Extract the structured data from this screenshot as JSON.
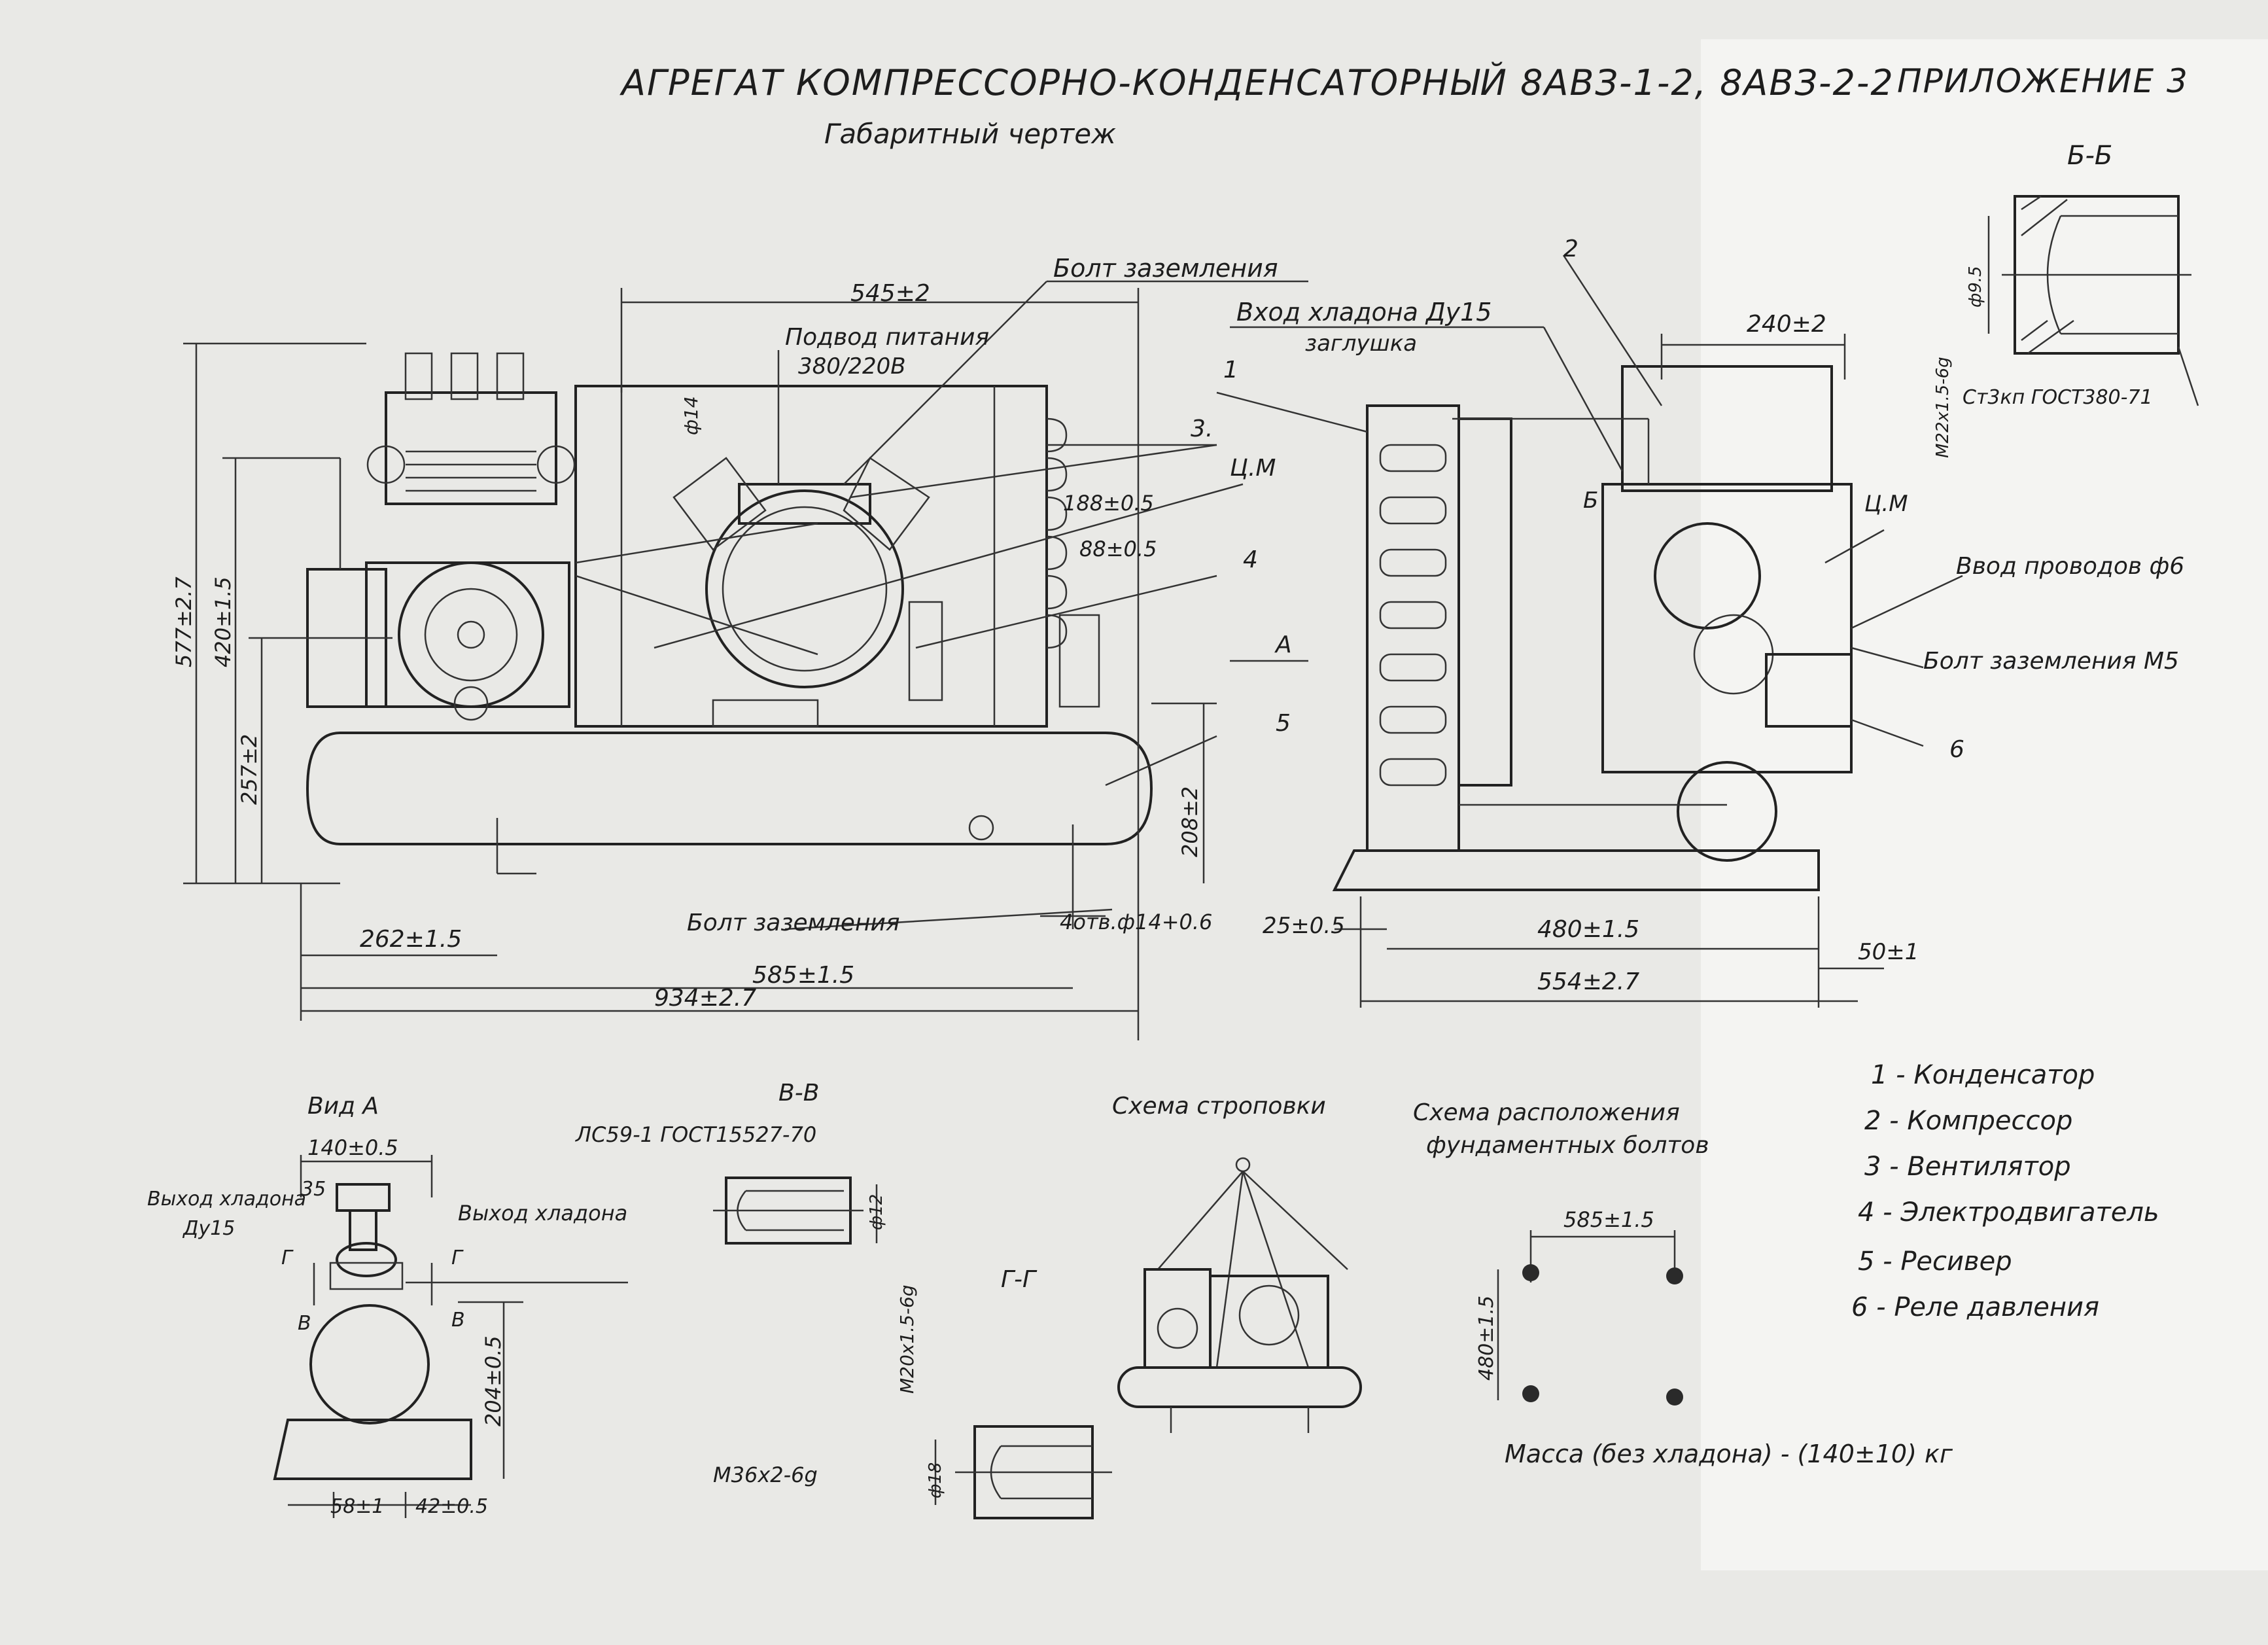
{
  "header": {
    "title": "АГРЕГАТ КОМПРЕССОРНО-КОНДЕНСАТОРНЫЙ 8АВЗ-1-2, 8АВЗ-2-2",
    "appendix": "ПРИЛОЖЕНИЕ 3",
    "subtitle": "Габаритный чертеж"
  },
  "front_view": {
    "labels": {
      "ground_bolt_top": "Болт заземления",
      "power_supply": "Подвод питания",
      "voltage": "380/220В",
      "ground_bolt_bottom": "Болт заземления",
      "view_arrow": "А"
    },
    "callouts": [
      "3.",
      "Ц.М",
      "4",
      "5",
      "1"
    ],
    "dims": {
      "top_width": "545±2",
      "height_total": "577±2.7",
      "height_mid": "420±1.5",
      "height_low": "257±2",
      "right_height": "208±2",
      "left_offset": "262±1.5",
      "bolt_spacing": "585±1.5",
      "total_length": "934±2.7",
      "holes": "4отв.ф14+0.6",
      "small_1": "ф14",
      "small_2": "188±0.5",
      "small_3": "88±0.5"
    }
  },
  "side_view": {
    "labels": {
      "inlet": "Вход хладона Ду15",
      "plug": "заглушка",
      "wire_inlet": "Ввод проводов ф6",
      "ground_bolt": "Болт заземления М5"
    },
    "callouts": [
      "2",
      "Б",
      "Ц.М",
      "6"
    ],
    "dims": {
      "top": "240±2",
      "left_offset": "25±0.5",
      "mid": "480±1.5",
      "right_offset": "50±1",
      "total": "554±2.7"
    }
  },
  "section_bb": {
    "title": "Б-Б",
    "dim_small": "ф9.5",
    "thread": "М22х1.5-6g",
    "note": "Ст3кп ГОСТ380-71"
  },
  "view_a": {
    "title": "Вид А",
    "dim_top": "140±0.5",
    "outlet_label_1": "Выход хладона",
    "outlet_label_2": "Ду15",
    "outlet_label_3": "Выход хладона",
    "dim_35": "35",
    "marks": [
      "Г",
      "Г",
      "В",
      "В"
    ],
    "dim_height": "204±0.5",
    "dim_left": "58±1",
    "dim_right": "42±0.5"
  },
  "section_vv": {
    "title": "В-В",
    "material": "ЛС59-1 ГОСТ15527-70",
    "dim_small": "ф12",
    "thread": "М20х1.5-6g"
  },
  "section_gg": {
    "title": "Г-Г",
    "dim": "ф18",
    "thread": "М36х2-6g"
  },
  "sling": {
    "title": "Схема строповки"
  },
  "foundation": {
    "title_1": "Схема расположения",
    "title_2": "фундаментных болтов",
    "dim_h": "585±1.5",
    "dim_v": "480±1.5"
  },
  "legend": [
    "1 - Конденсатор",
    "2 - Компрессор",
    "3 - Вентилятор",
    "4 - Электродвигатель",
    "5 - Ресивер",
    "6 - Реле давления"
  ],
  "mass": "Масса (без хладона) - (140±10) кг"
}
